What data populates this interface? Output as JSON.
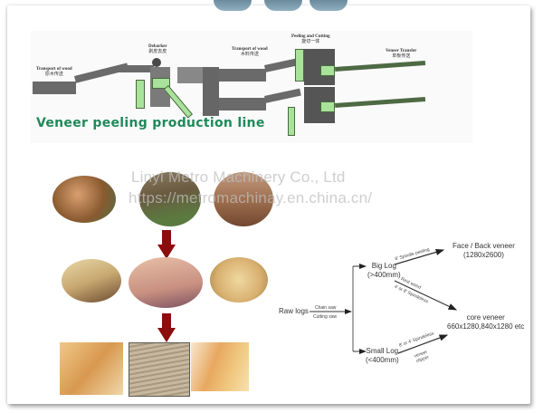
{
  "header": {
    "decorative_circles": 3
  },
  "production_line": {
    "title": "Veneer peeling production line",
    "title_color": "#1f8a5a",
    "stations": [
      {
        "en": "Transport of wood",
        "cn": "原木传送"
      },
      {
        "en": "Debarker",
        "cn": "剥皮去皮"
      },
      {
        "en": "Transport of wood",
        "cn": "木料传送"
      },
      {
        "en": "Peeling and Cutting",
        "cn": "旋切一体"
      },
      {
        "en": "Veneer Transfer",
        "cn": "单板传送"
      }
    ]
  },
  "watermark": {
    "line1": "Linyi Metro Machinery Co., Ltd",
    "line2": "https://metromachinay.en.china.cn/"
  },
  "process_photos": {
    "row1": [
      "stacked-logs-photo",
      "log-pile-photo",
      "cut-logs-photo"
    ],
    "row2": [
      "debarked-logs-photo",
      "peeled-log-photo",
      "log-cores-photo"
    ],
    "row3": [
      "face-veneer-photo",
      "stacked-veneer-photo",
      "veneer-roll-photo"
    ],
    "arrow_color": "#8b0d0d"
  },
  "flowchart": {
    "root": "Raw logs",
    "root_edge_top": "Chain saw",
    "root_edge_bottom": "Cutting saw",
    "big_log": {
      "label": "Big Log",
      "size": "(>400mm)"
    },
    "small_log": {
      "label": "Small Log",
      "size": "(<400mm)"
    },
    "face_back": {
      "label": "Face / Back veneer",
      "size": "(1280x2600)"
    },
    "core": {
      "label": "core veneer",
      "size": "660x1280,840x1280 etc"
    },
    "edge_big_to_face": "8' Spindle peeling",
    "edge_big_to_core_top": "Rest wood",
    "edge_big_to_core_bottom": "4' or 8' Spindeless",
    "edge_small_to_core_top": "8' or 4' Spindeless",
    "edge_small_to_core_bottom": "veneer clipper"
  }
}
